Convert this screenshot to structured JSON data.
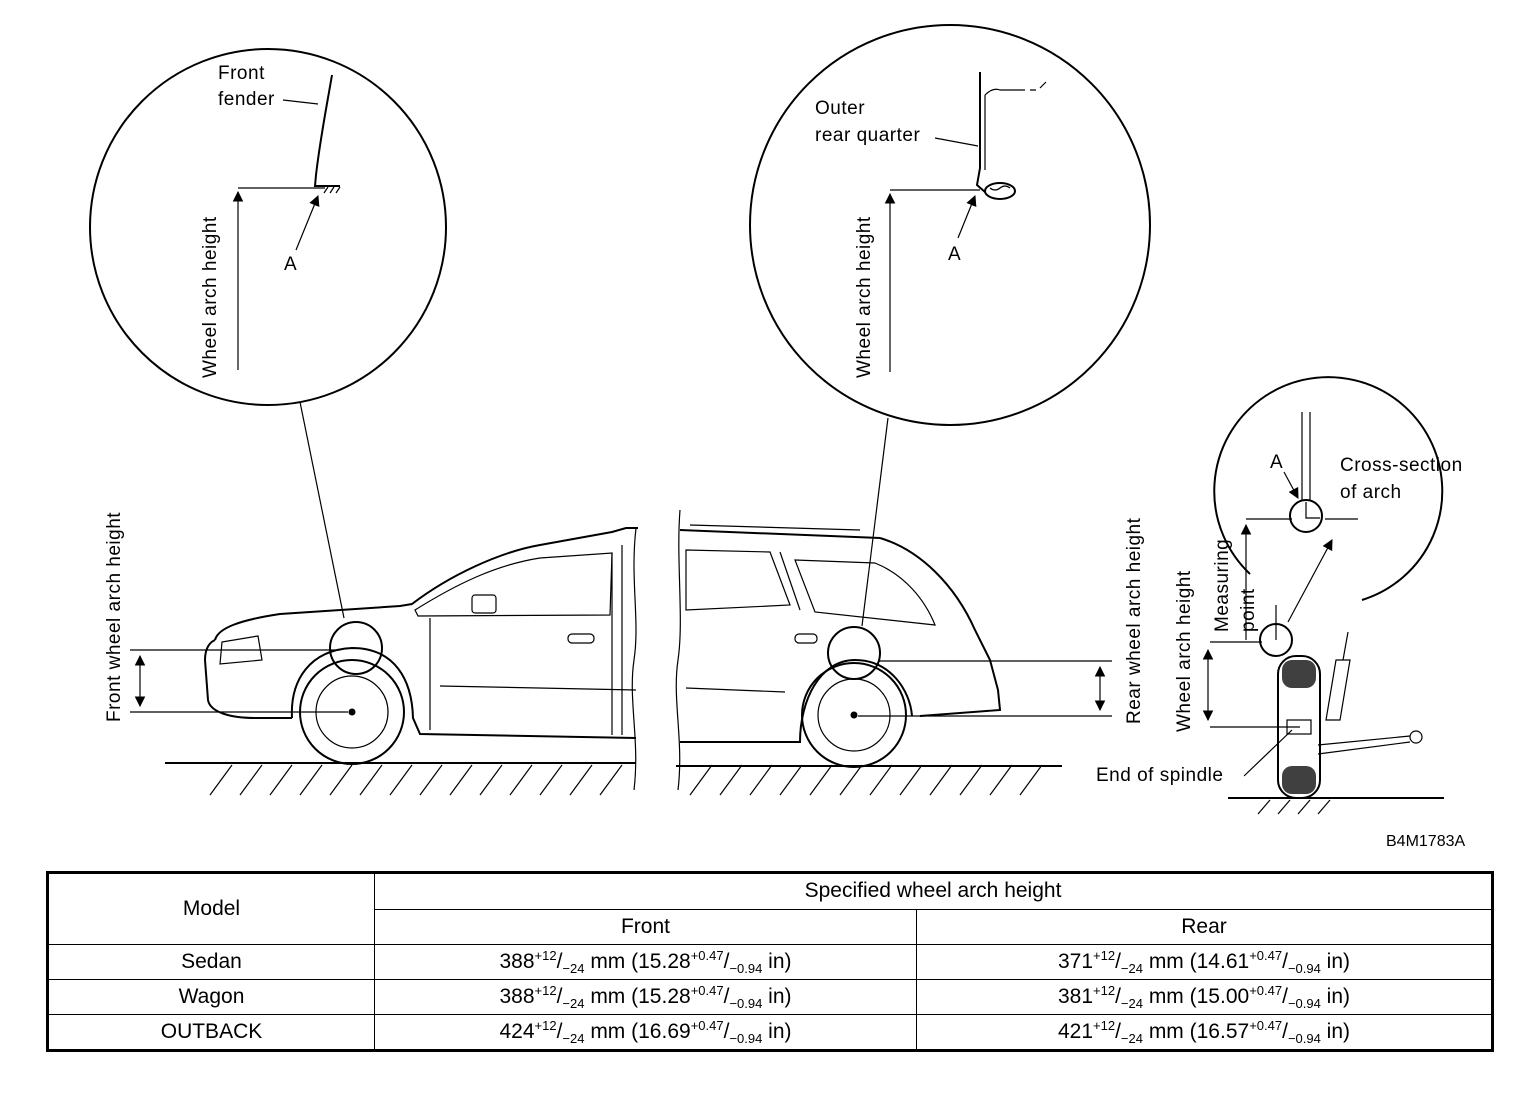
{
  "labels": {
    "front_fender": [
      "Front",
      "fender"
    ],
    "outer_rear_quarter": [
      "Outer",
      "rear quarter"
    ],
    "wheel_arch_height": "Wheel arch height",
    "point_a": "A",
    "front_wheel_arch_height": "Front wheel arch height",
    "rear_wheel_arch_height": "Rear wheel arch height",
    "cross_section": [
      "Cross-section",
      "of arch"
    ],
    "measuring_point": [
      "Measuring",
      "point"
    ],
    "end_of_spindle": "End of spindle",
    "figure_code": "B4M1783A"
  },
  "table": {
    "header_model": "Model",
    "header_spec": "Specified wheel arch height",
    "header_front": "Front",
    "header_rear": "Rear",
    "rows": [
      {
        "model": "Sedan",
        "front": {
          "base": "388",
          "up": "+12",
          "down": "−24",
          "unit": " mm (15.28",
          "up_in": "+0.47",
          "down_in": "−0.94",
          "end": " in)"
        },
        "rear": {
          "base": "371",
          "up": "+12",
          "down": "−24",
          "unit": " mm (14.61",
          "up_in": "+0.47",
          "down_in": "−0.94",
          "end": " in)"
        }
      },
      {
        "model": "Wagon",
        "front": {
          "base": "388",
          "up": "+12",
          "down": "−24",
          "unit": " mm (15.28",
          "up_in": "+0.47",
          "down_in": "−0.94",
          "end": " in)"
        },
        "rear": {
          "base": "381",
          "up": "+12",
          "down": "−24",
          "unit": " mm (15.00",
          "up_in": "+0.47",
          "down_in": "−0.94",
          "end": " in)"
        }
      },
      {
        "model": "OUTBACK",
        "front": {
          "base": "424",
          "up": "+12",
          "down": "−24",
          "unit": " mm (16.69",
          "up_in": "+0.47",
          "down_in": "−0.94",
          "end": " in)"
        },
        "rear": {
          "base": "421",
          "up": "+12",
          "down": "−24",
          "unit": " mm (16.57",
          "up_in": "+0.47",
          "down_in": "−0.94",
          "end": " in)"
        }
      }
    ]
  }
}
